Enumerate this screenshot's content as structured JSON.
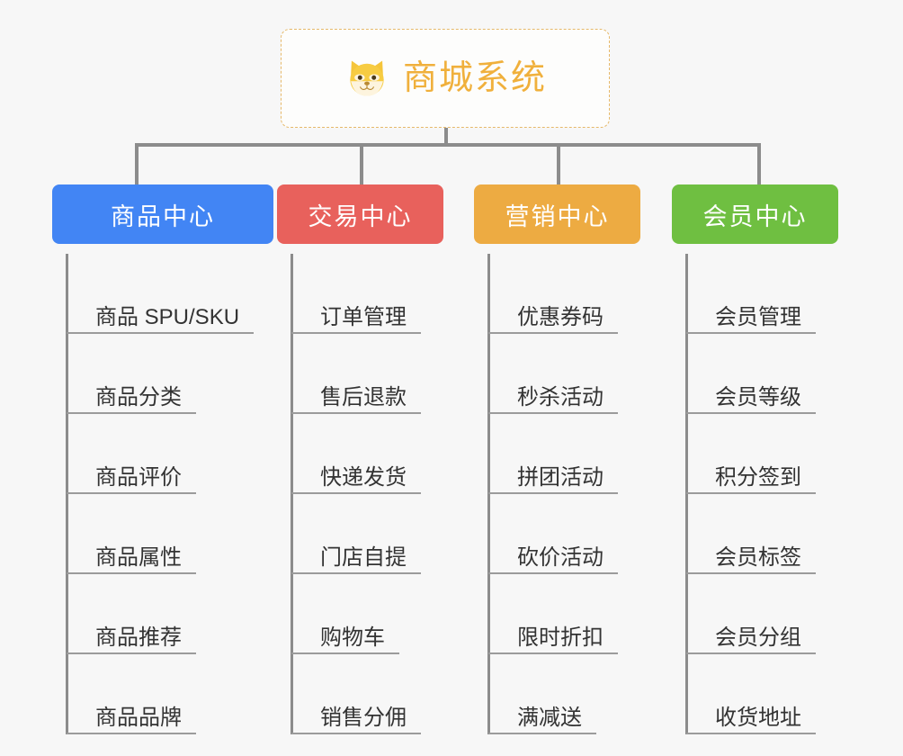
{
  "background_color": "#f7f7f7",
  "root": {
    "icon": "shiba-dog-face-icon",
    "title": "商城系统",
    "title_color": "#f0b03c",
    "border_color": "#e6b96a"
  },
  "connector_color": "#8c8c8c",
  "columns": [
    {
      "label": "商品中心",
      "color": "#4285f4",
      "items": [
        "商品 SPU/SKU",
        "商品分类",
        "商品评价",
        "商品属性",
        "商品推荐",
        "商品品牌"
      ]
    },
    {
      "label": "交易中心",
      "color": "#e8615c",
      "items": [
        "订单管理",
        "售后退款",
        "快递发货",
        "门店自提",
        "购物车",
        "销售分佣"
      ]
    },
    {
      "label": "营销中心",
      "color": "#edab42",
      "items": [
        "优惠券码",
        "秒杀活动",
        "拼团活动",
        "砍价活动",
        "限时折扣",
        "满减送"
      ]
    },
    {
      "label": "会员中心",
      "color": "#6fbf41",
      "items": [
        "会员管理",
        "会员等级",
        "积分签到",
        "会员标签",
        "会员分组",
        "收货地址"
      ]
    }
  ]
}
